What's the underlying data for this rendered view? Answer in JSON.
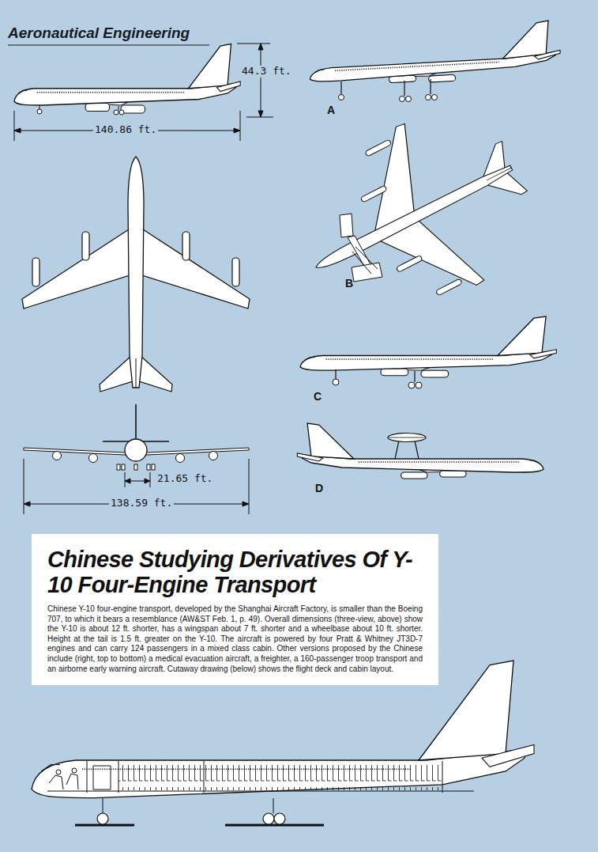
{
  "diagram": {
    "title": "Chinese Studying Derivatives Of Y-10 Four-Engine Transport",
    "caption": "Chinese Y-10 four-engine transport, developed by the Shanghai Aircraft Factory, is smaller than the Boeing 707, to which it bears a resemblance (AW&ST Feb. 1, p. 49). Overall dimensions (three-view, above) show the Y-10 is about 12 ft. shorter, has a wingspan about 7 ft. shorter and a wheelbase about 10 ft. shorter. Height at the tail is 1.5 ft. greater on the Y-10. The aircraft is powered by four Pratt & Whitney JT3D-7 engines and can carry 124 passengers in a mixed class cabin. Other versions proposed by the Chinese include (right, top to bottom) a medical evacuation aircraft, a freighter, a 160-passenger troop transport and an airborne early warning aircraft. Cutaway drawing (below) shows the flight deck and cabin layout.",
    "labels": [
      "Aeronautical Engineering",
      "44.3 ft.",
      "140.86 ft.",
      "21.65 ft.",
      "138.59 ft.",
      "A",
      "B",
      "C",
      "D"
    ]
  }
}
